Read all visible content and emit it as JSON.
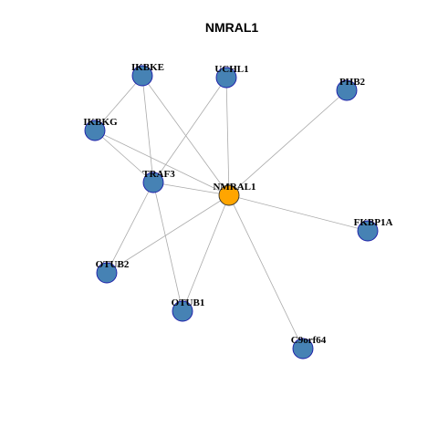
{
  "title": "NMRAL1",
  "colors": {
    "hub": "#FFA500",
    "node": "#4682B4",
    "node_border": "#1a1aa8",
    "hub_border": "#333333",
    "edge": "#aaaaaa"
  },
  "nodes": [
    {
      "id": "NMRAL1",
      "label": "NMRAL1",
      "hub": true
    },
    {
      "id": "IKBKE",
      "label": "IKBKE",
      "hub": false
    },
    {
      "id": "UCHL1",
      "label": "UCHL1",
      "hub": false
    },
    {
      "id": "PHB2",
      "label": "PHB2",
      "hub": false
    },
    {
      "id": "IKBKG",
      "label": "IKBKG",
      "hub": false
    },
    {
      "id": "TRAF3",
      "label": "TRAF3",
      "hub": false
    },
    {
      "id": "FKBP1A",
      "label": "FKBP1A",
      "hub": false
    },
    {
      "id": "OTUB2",
      "label": "OTUB2",
      "hub": false
    },
    {
      "id": "OTUB1",
      "label": "OTUB1",
      "hub": false
    },
    {
      "id": "C9orf64",
      "label": "C9orf64",
      "hub": false
    }
  ],
  "edges": [
    [
      "NMRAL1",
      "IKBKE"
    ],
    [
      "NMRAL1",
      "UCHL1"
    ],
    [
      "NMRAL1",
      "PHB2"
    ],
    [
      "NMRAL1",
      "IKBKG"
    ],
    [
      "NMRAL1",
      "TRAF3"
    ],
    [
      "NMRAL1",
      "FKBP1A"
    ],
    [
      "NMRAL1",
      "OTUB2"
    ],
    [
      "NMRAL1",
      "OTUB1"
    ],
    [
      "NMRAL1",
      "C9orf64"
    ],
    [
      "IKBKE",
      "IKBKG"
    ],
    [
      "IKBKE",
      "TRAF3"
    ],
    [
      "IKBKG",
      "TRAF3"
    ],
    [
      "UCHL1",
      "TRAF3"
    ],
    [
      "TRAF3",
      "OTUB2"
    ],
    [
      "TRAF3",
      "OTUB1"
    ]
  ]
}
